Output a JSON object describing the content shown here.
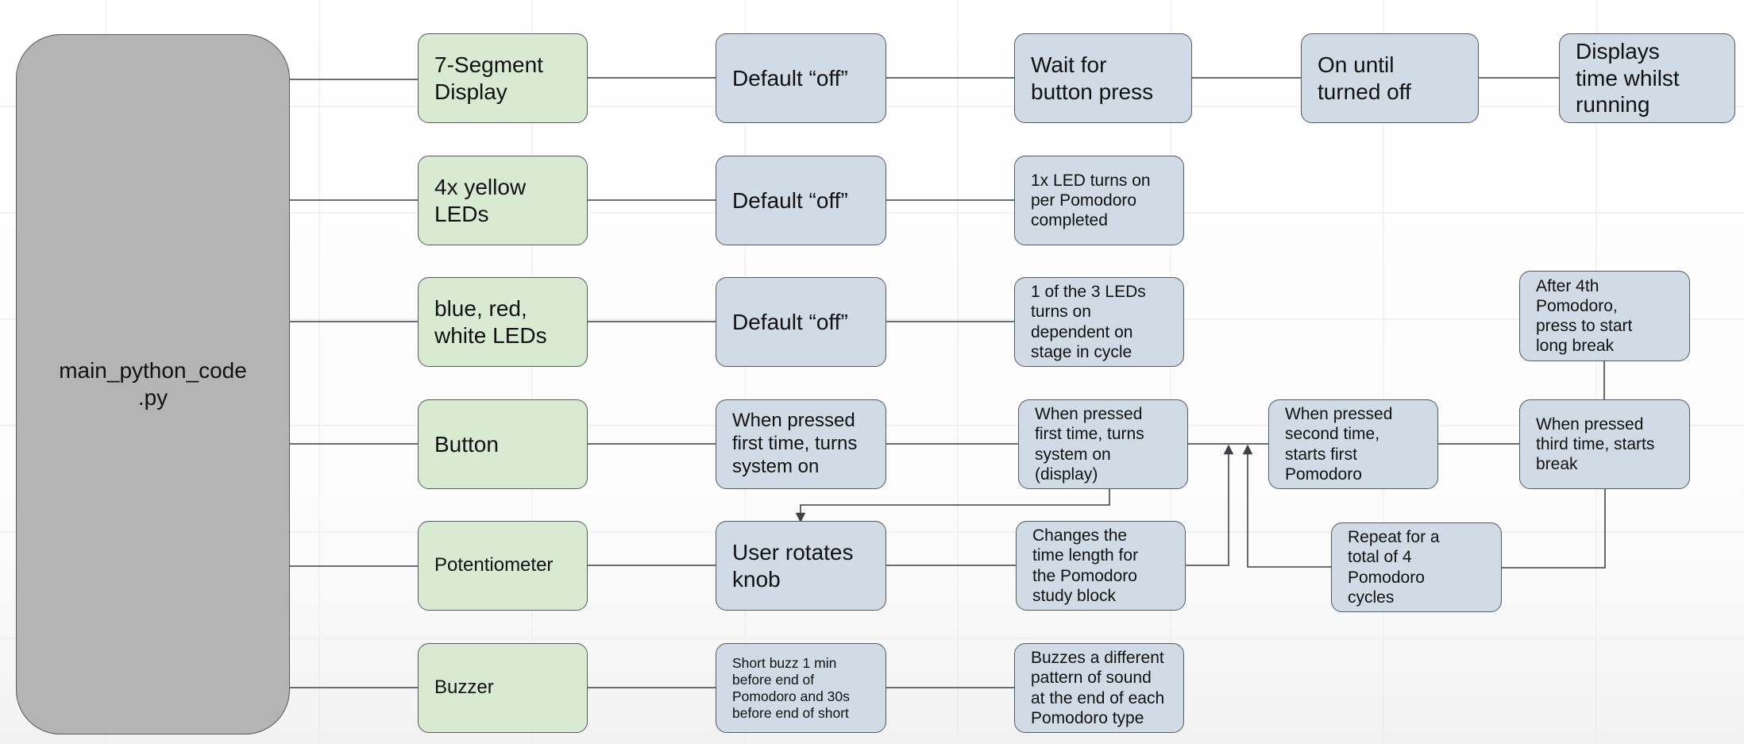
{
  "diagram": {
    "root": "main_python_code\n.py",
    "components": {
      "seg7": "7-Segment\nDisplay",
      "yellow_leds": "4x yellow\nLEDs",
      "brw_leds": "blue, red,\nwhite LEDs",
      "button": "Button",
      "potentiometer": "Potentiometer",
      "buzzer": "Buzzer"
    },
    "steps": {
      "seg7_default": "Default “off”",
      "seg7_wait": "Wait for\nbutton press",
      "seg7_on": "On until\nturned off",
      "seg7_display": "Displays\ntime whilst\nrunning",
      "yellow_default": "Default “off”",
      "yellow_turns_on": "1x LED turns on\nper Pomodoro\ncompleted",
      "brw_default": "Default “off”",
      "brw_stage": "1 of the 3 LEDs\nturns on\ndependent on\nstage in cycle",
      "long_break": "After 4th\nPomodoro,\npress to start\nlong break",
      "button_first": "When pressed\nfirst time, turns\nsystem on",
      "button_first_display": "When pressed\nfirst time, turns\nsystem on\n(display)",
      "button_second": "When pressed\nsecond time,\nstarts first\nPomodoro",
      "button_third": "When pressed\nthird time, starts\nbreak",
      "pot_rotate": "User rotates\nknob",
      "pot_changes": "Changes the\ntime length for\nthe Pomodoro\nstudy block",
      "repeat": "Repeat for a\ntotal of 4\nPomodoro\ncycles",
      "buzzer_short": "Short buzz 1 min\nbefore end of\nPomodoro and 30s\nbefore end of short",
      "buzzer_pattern": "Buzzes a different\npattern of sound\nat the end of each\nPomodoro type"
    }
  },
  "colors": {
    "component_fill": "#d9ead3",
    "step_fill": "#d0dbe6",
    "root_fill": "#b4b4b4",
    "border": "#555a60"
  }
}
